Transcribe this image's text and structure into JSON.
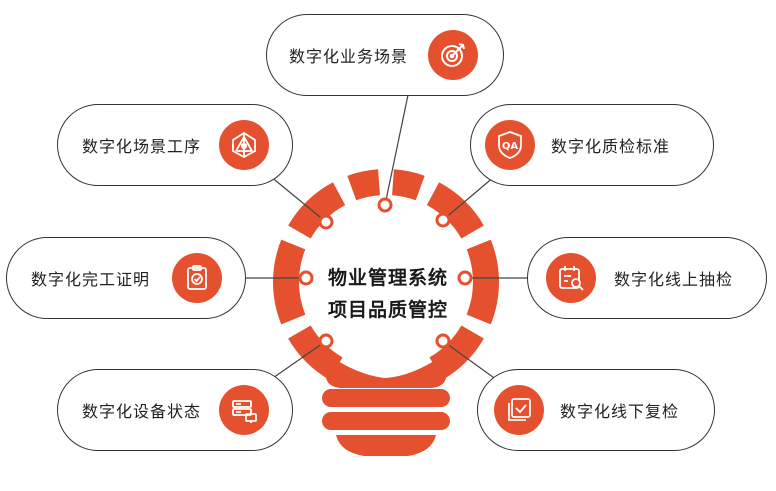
{
  "accent_color": "#e5512f",
  "center": {
    "line1": "物业管理系统",
    "line2": "项目品质管控"
  },
  "items": [
    {
      "label": "数字化业务场景",
      "icon": "target-icon"
    },
    {
      "label": "数字化场景工序",
      "icon": "network-icon"
    },
    {
      "label": "数字化质检标准",
      "icon": "qa-shield-icon"
    },
    {
      "label": "数字化完工证明",
      "icon": "clipboard-check-icon"
    },
    {
      "label": "数字化线上抽检",
      "icon": "calendar-search-icon"
    },
    {
      "label": "数字化设备状态",
      "icon": "server-device-icon"
    },
    {
      "label": "数字化线下复检",
      "icon": "checkbox-icon"
    }
  ]
}
